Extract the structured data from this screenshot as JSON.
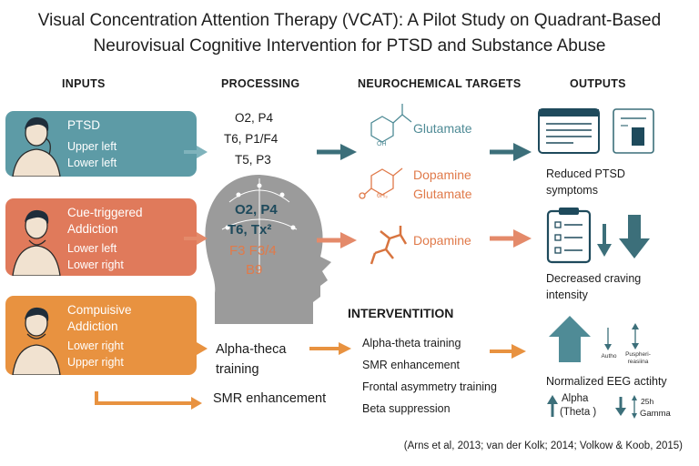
{
  "title": {
    "line1": "Visual Concentration Attention Therapy (VCAT): A Pilot Study on Quadrant-Based",
    "line2": "Neurovisual Cognitive Intervention for PTSD and Substance Abuse"
  },
  "columns": {
    "inputs": "INPUTS",
    "processing": "PROCESSING",
    "targets": "NEUROCHEMICAL TARGETS",
    "outputs": "OUTPUTS"
  },
  "inputs": [
    {
      "name": "PTSD",
      "lines": [
        "Upper left",
        "Lower left"
      ],
      "color": "#5d9ba6"
    },
    {
      "name": "Cue-triggered Addiction",
      "name_lines": [
        "Cue-triggered",
        "Addiction"
      ],
      "lines": [
        "Lower left",
        "Lower right"
      ],
      "color": "#e07a5b"
    },
    {
      "name": "Compuisive Addiction",
      "name_lines": [
        "Compuisive",
        "Addiction"
      ],
      "lines": [
        "Lower right",
        "Upper right"
      ],
      "color": "#e89240"
    }
  ],
  "processing": {
    "sites": [
      "O2, P4",
      "T6, P1/F4",
      "T5, P3"
    ],
    "head_labels": [
      "O2, P4",
      "T6, Tx²",
      "F3 F3/4",
      "B9"
    ],
    "training": [
      "Alpha-theca",
      "training"
    ],
    "smr": "SMR enhancement"
  },
  "targets": {
    "t1": "Glutamate",
    "t2": [
      "Dopamine",
      "Glutamate"
    ],
    "t3": "Dopamine",
    "oh_label": "OH",
    "hbond_label": "6H₃"
  },
  "outputs": {
    "o1": [
      "Reduced PTSD",
      "symptoms"
    ],
    "o2": [
      "Decreased craving",
      "intensity"
    ],
    "o3": "Normalized EEG actihty",
    "small1": "Autho",
    "small2": [
      "Puspheri-",
      "reasiina"
    ],
    "alpha": "Alpha",
    "theta": "(Theta )",
    "gamma_top": "25h",
    "gamma": "Gamma"
  },
  "intervention": {
    "heading": "INTERVENTITION",
    "items": [
      "Alpha-theta training",
      "SMR enhancement",
      "Frontal asymmetry training",
      "Beta suppression"
    ]
  },
  "citation": "(Arns et al, 2013; van der Kolk; 2014; Volkow & Koob, 2015)",
  "colors": {
    "teal": "#4f8b96",
    "teal_dark": "#3c6f7a",
    "coral": "#e07a5b",
    "orange": "#e89240",
    "head_gray": "#9b9b9b",
    "head_blue": "#1e4a5c",
    "head_orange": "#e07a4a"
  }
}
